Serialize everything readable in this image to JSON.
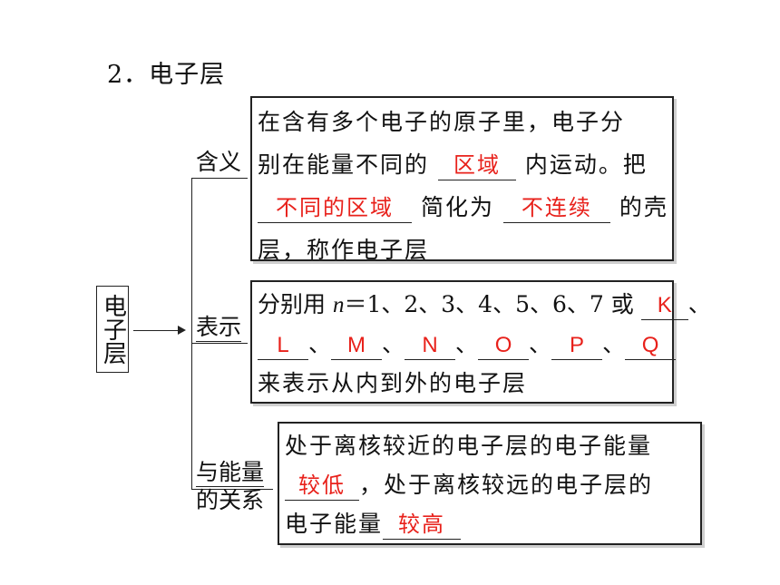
{
  "heading": "2．电子层",
  "root": "电子层",
  "branches": {
    "meaning": {
      "label": "含义",
      "line1": "在含有多个电子的原子里，电子分",
      "line2_pre": "别在能量不同的",
      "blank1": "区域",
      "line2_post": "内运动。把",
      "blank2": "不同的区域",
      "line3_mid": "简化为",
      "blank3": "不连续",
      "line3_post": "的壳",
      "line4": "层，称作电子层"
    },
    "representation": {
      "label": "表示",
      "line1_pre": "分别用",
      "var": "n",
      "line1_mid": "＝1、2、3、4、5、6、7 或",
      "letters": [
        "K",
        "L",
        "M",
        "N",
        "O",
        "P",
        "Q"
      ],
      "sep": "、",
      "line3": "来表示从内到外的电子层"
    },
    "energy": {
      "label_line1": "与能量",
      "label_line2": "的关系",
      "line1": "处于离核较近的电子层的电子能量",
      "blank1": "较低",
      "line2_post": "，处于离核较远的电子层的",
      "line3_pre": "电子能量",
      "blank2": "较高"
    }
  }
}
